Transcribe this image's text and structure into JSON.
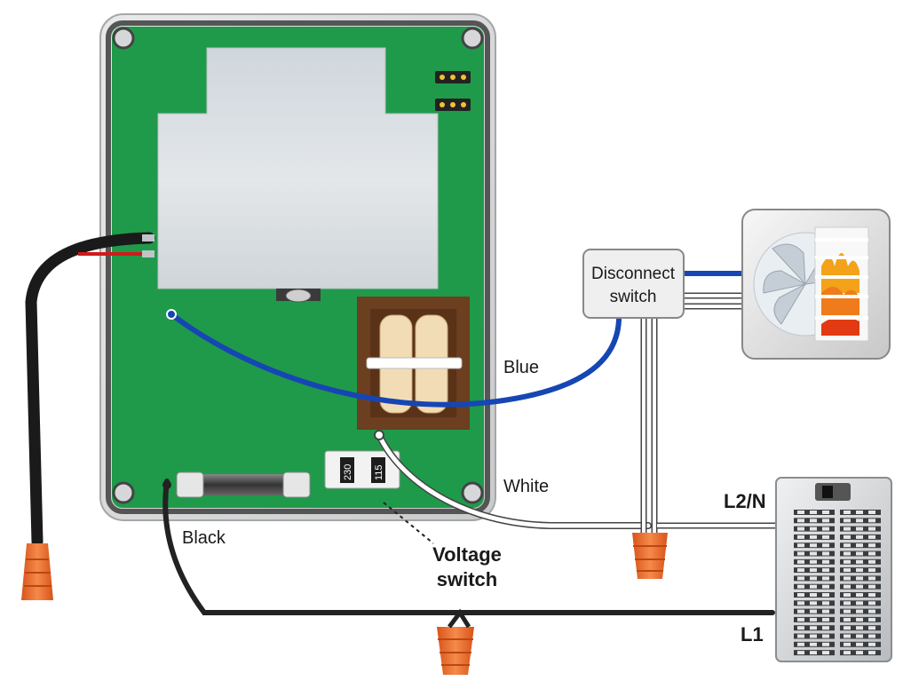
{
  "labels": {
    "disconnect_line1": "Disconnect",
    "disconnect_line2": "switch",
    "blue": "Blue",
    "white": "White",
    "black": "Black",
    "voltage_line1": "Voltage",
    "voltage_line2": "switch",
    "l2n": "L2/N",
    "l1": "L1",
    "voltage_230": "230",
    "voltage_115": "115"
  },
  "colors": {
    "board": "#1f9a4a",
    "enclosure": "#d9dadb",
    "wire_blue": "#1646b4",
    "wire_white": "#ffffff",
    "wire_black": "#222222",
    "wire_red": "#d01a1a",
    "wire_nut": "#ee6a2a",
    "transformer_frame": "#6b3f1f",
    "transformer_coil": "#f2dcb6"
  },
  "icons": {
    "fan_heater": "fan-heater-icon",
    "breaker_panel": "breaker-panel-icon",
    "wire_nut": "wire-nut-icon"
  }
}
